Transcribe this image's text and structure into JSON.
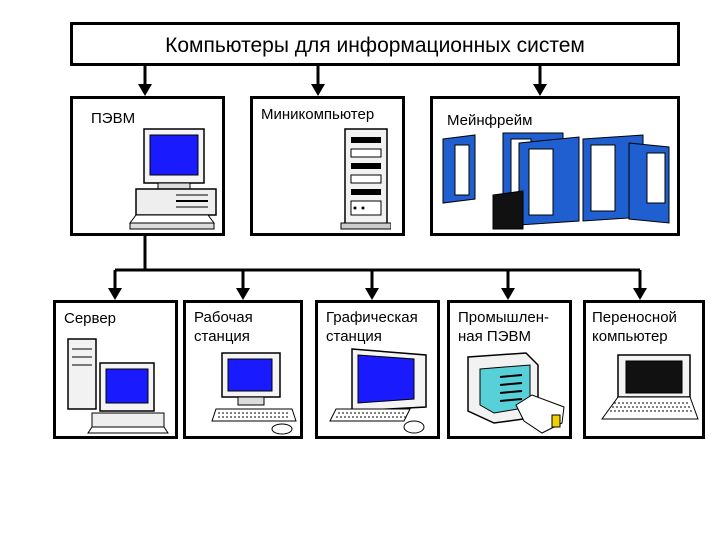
{
  "title": "Компьютеры для информационных систем",
  "top_row": [
    {
      "label": "ПЭВМ",
      "icon": "pc-icon"
    },
    {
      "label": "Миникомпьютер",
      "icon": "minicomputer-icon"
    },
    {
      "label": "Мейнфрейм",
      "icon": "mainframe-icon"
    }
  ],
  "bottom_row": [
    {
      "label": "Сервер",
      "icon": "server-icon"
    },
    {
      "label": "Рабочая\nстанция",
      "icon": "workstation-icon"
    },
    {
      "label": "Графическая\nстанция",
      "icon": "graphic-station-icon"
    },
    {
      "label": "Промышлен-\nная ПЭВМ",
      "icon": "industrial-pc-icon"
    },
    {
      "label": "Переносной\nкомпьютер",
      "icon": "laptop-icon"
    }
  ],
  "colors": {
    "screen": "#1a1aff",
    "mainframe": "#1f5fd0",
    "line": "#000000"
  }
}
